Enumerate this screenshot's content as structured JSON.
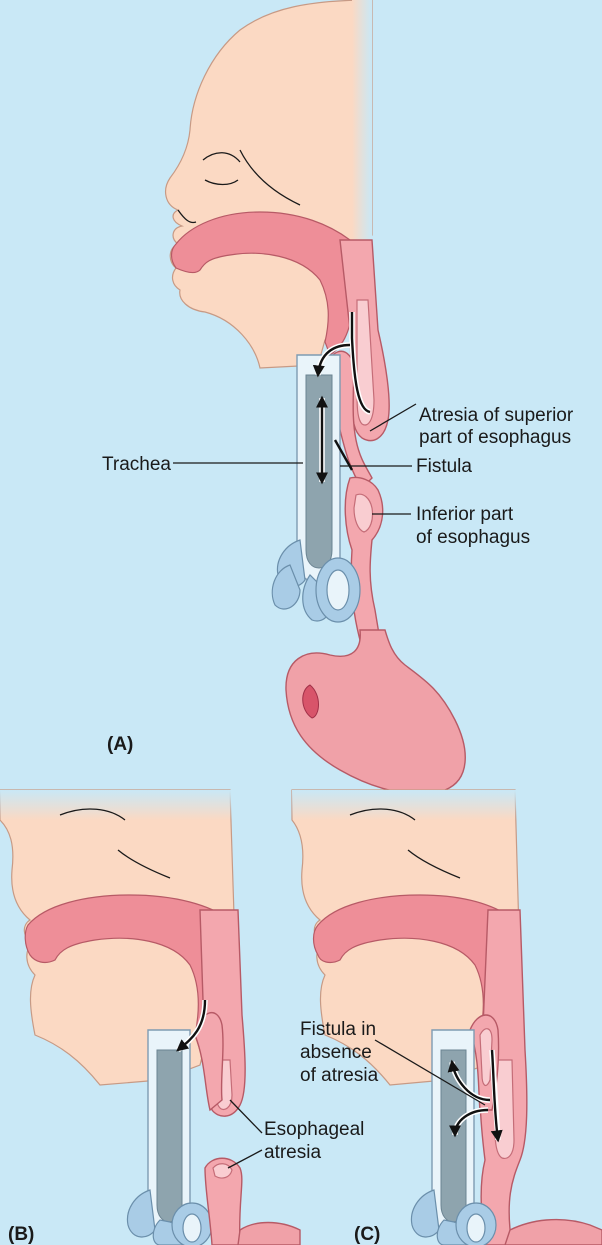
{
  "panels": {
    "a": {
      "label": "(A)",
      "annotations": {
        "trachea": "Trachea",
        "atresia_superior_1": "Atresia of superior",
        "atresia_superior_2": "part of esophagus",
        "fistula": "Fistula",
        "inferior_1": "Inferior part",
        "inferior_2": "of esophagus"
      }
    },
    "b": {
      "label": "(B)",
      "annotations": {
        "esophageal_atresia_1": "Esophageal",
        "esophageal_atresia_2": "atresia"
      }
    },
    "c": {
      "label": "(C)",
      "annotations": {
        "fistula_absence_1": "Fistula in",
        "fistula_absence_2": "absence",
        "fistula_absence_3": "of atresia"
      }
    }
  },
  "colors": {
    "background": "#c9e8f6",
    "skin": "#fbd9c3",
    "mucosa": "#ee8e98",
    "esophagus": "#f3a7ae",
    "trachea": "#e9f4fa",
    "bronchi": "#a9cce6"
  }
}
